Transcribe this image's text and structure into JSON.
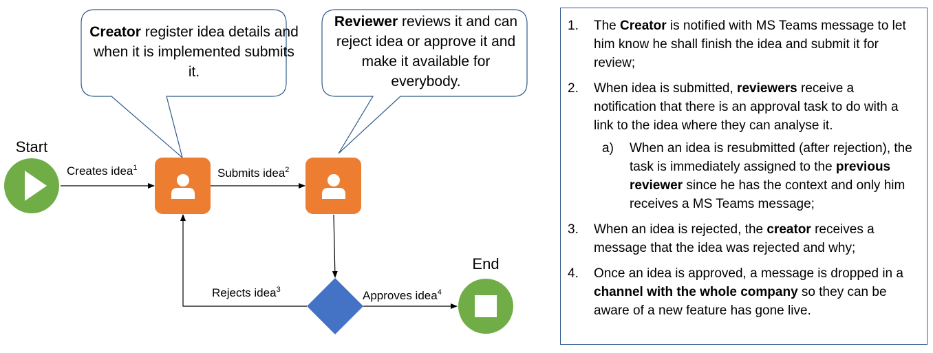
{
  "diagram": {
    "start_label": "Start",
    "end_label": "End",
    "creates_idea": {
      "text": "Creates idea",
      "sup": "1"
    },
    "submits_idea": {
      "text": "Submits idea",
      "sup": "2"
    },
    "rejects_idea": {
      "text": "Rejects idea",
      "sup": "3"
    },
    "approves_idea": {
      "text": "Approves idea",
      "sup": "4"
    },
    "callout_creator": {
      "bold": "Creator",
      "text": " register idea details and when it is implemented submits it."
    },
    "callout_reviewer": {
      "bold": "Reviewer",
      "text": " reviews it and can reject idea or approve it and make it available for everybody."
    },
    "nodes": {
      "creator": "user-icon",
      "reviewer": "user-icon",
      "decision": "diamond-gateway",
      "start": "play-icon",
      "end": "stop-icon"
    }
  },
  "colors": {
    "start_end": "#70ad47",
    "actor": "#ed7d31",
    "decision": "#4472c4",
    "callout_border": "#2f5a8a",
    "notes_border": "#2f5a8a"
  },
  "notes": [
    {
      "num": "1.",
      "pre": "The ",
      "bold": "Creator",
      "post": " is notified with MS Teams message to let him know he shall finish the idea and submit it for review;"
    },
    {
      "num": "2.",
      "pre": "When idea is submitted, ",
      "bold": "reviewers",
      "post": " receive a notification that there is an approval task to do with a link to the idea where they can analyse it.",
      "sub": {
        "letter": "a)",
        "pre": "When an idea is resubmitted (after rejection), the task is immediately assigned to the ",
        "bold": "previous reviewer",
        "post": " since he has the context and only him receives a MS Teams message;"
      }
    },
    {
      "num": "3.",
      "pre": "When an idea is rejected, the ",
      "bold": "creator",
      "post": " receives a message that the idea was rejected and why;"
    },
    {
      "num": "4.",
      "pre": "Once an idea is approved, a message is dropped in a ",
      "bold": "channel with the whole company",
      "post": " so they can be aware of a new feature has gone live."
    }
  ]
}
